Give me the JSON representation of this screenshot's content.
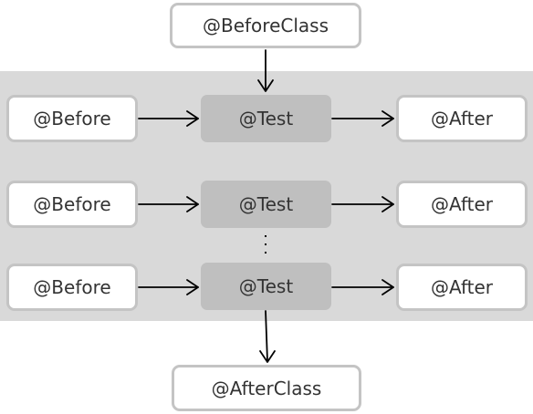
{
  "before_class": {
    "label": "@BeforeClass"
  },
  "after_class": {
    "label": "@AfterClass"
  },
  "rows": [
    {
      "before": "@Before",
      "test": "@Test",
      "after": "@After"
    },
    {
      "before": "@Before",
      "test": "@Test",
      "after": "@After"
    },
    {
      "before": "@Before",
      "test": "@Test",
      "after": "@After"
    }
  ],
  "colors": {
    "band": "#d9d9d9",
    "test_box": "#bfbfbf",
    "box_border": "#c4c4c4",
    "arrow": "#000000"
  }
}
